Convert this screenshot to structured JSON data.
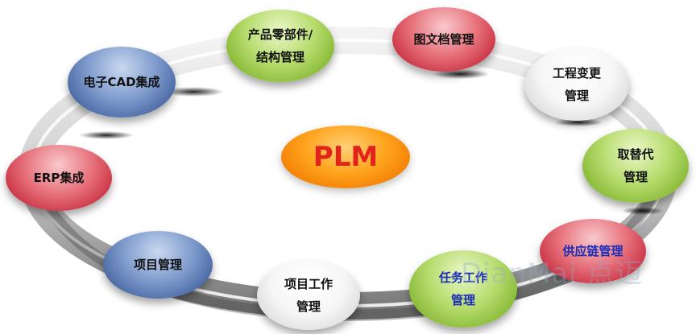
{
  "center": {
    "label": "PLM"
  },
  "nodes": [
    {
      "id": "product-parts",
      "label": "产品零部件/\n结构管理",
      "color": "green"
    },
    {
      "id": "doc-mgmt",
      "label": "图文档管理",
      "color": "red"
    },
    {
      "id": "eng-change",
      "label": "工程变更\n管理",
      "color": "white"
    },
    {
      "id": "substitute",
      "label": "取替代\n管理",
      "color": "green"
    },
    {
      "id": "supply-chain",
      "label": "供应链管理",
      "color": "red"
    },
    {
      "id": "task-workflow",
      "label": "任务工作\n管理",
      "color": "green"
    },
    {
      "id": "project-workflow",
      "label": "项目工作\n管理",
      "color": "white"
    },
    {
      "id": "project-mgmt",
      "label": "项目管理",
      "color": "blue"
    },
    {
      "id": "erp",
      "label": "ERP集成",
      "color": "red"
    },
    {
      "id": "cad",
      "label": "电子CAD集成",
      "color": "blue"
    }
  ],
  "watermark": "DianMai 点迈",
  "colors": {
    "center_text": "#e3231b",
    "node_text_on_supply_chain": "#1a2db8",
    "node_text_on_task": "#1a2db8"
  }
}
